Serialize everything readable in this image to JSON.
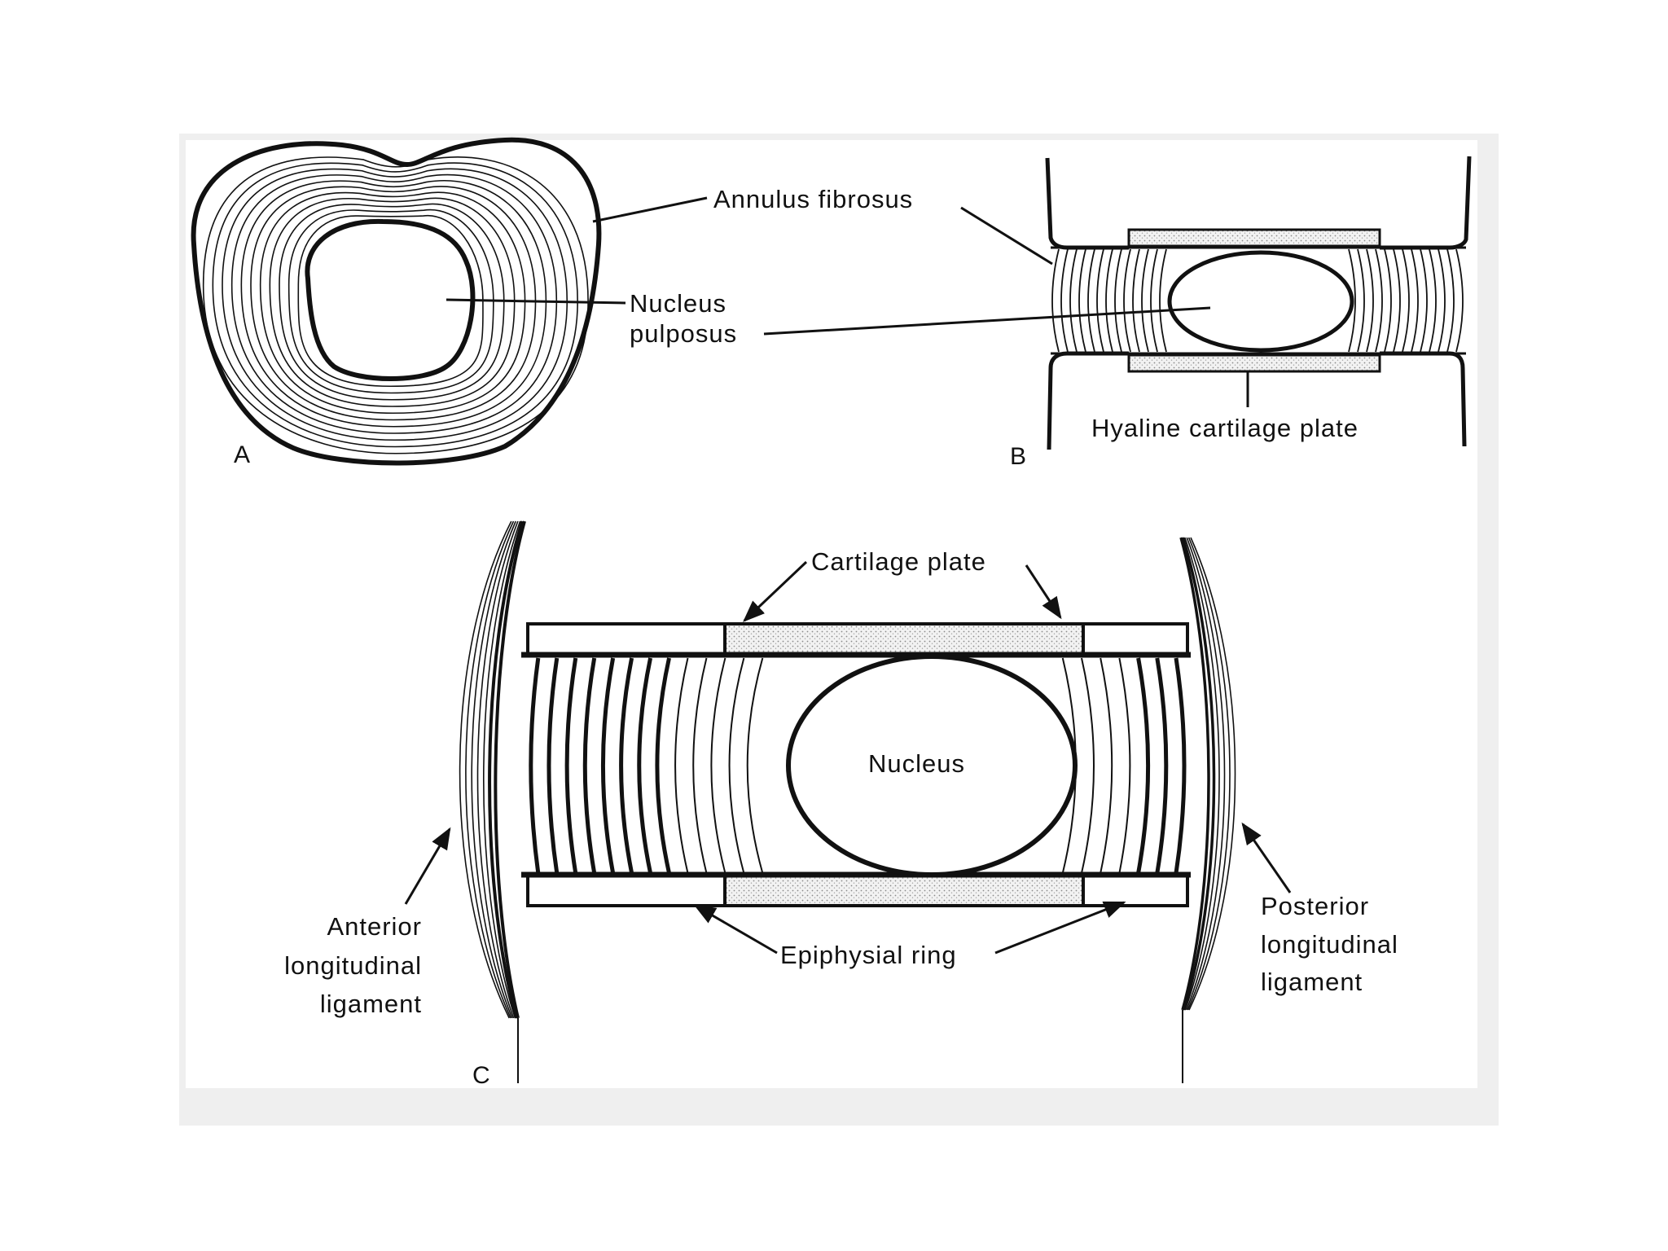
{
  "panels": {
    "a": {
      "letter": "A"
    },
    "b": {
      "letter": "B"
    },
    "c": {
      "letter": "C"
    }
  },
  "labels": {
    "annulus_fibrosus": "Annulus fibrosus",
    "nucleus_pulposus_line1": "Nucleus",
    "nucleus_pulposus_line2": "pulposus",
    "hyaline_cartilage_plate": "Hyaline cartilage plate",
    "cartilage_plate": "Cartilage plate",
    "nucleus": "Nucleus",
    "epiphysial_ring": "Epiphysial ring",
    "anterior_line1": "Anterior",
    "anterior_line2": "longitudinal",
    "anterior_line3": "ligament",
    "posterior_line1": "Posterior",
    "posterior_line2": "longitudinal",
    "posterior_line3": "ligament"
  },
  "colors": {
    "ink": "#111111",
    "stipple": "#d9d9d9",
    "frame": "#efefef"
  }
}
